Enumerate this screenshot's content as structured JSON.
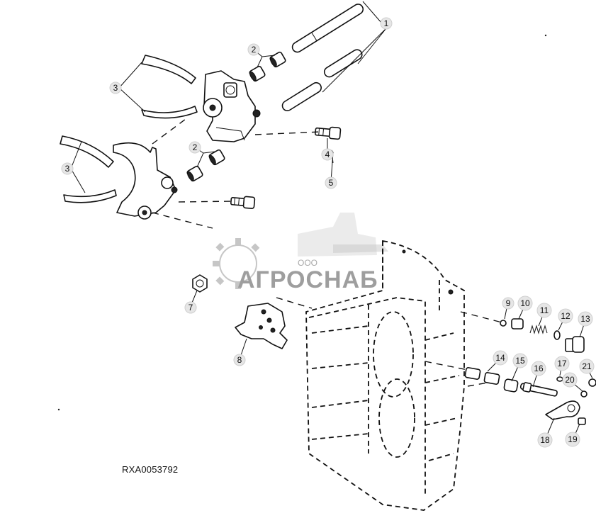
{
  "figure": {
    "document_code": "RXA0053792",
    "watermark": {
      "prefix": "ООО",
      "company": "АГРОСНАБ"
    }
  },
  "callouts": [
    {
      "id": "c1a",
      "label": "1"
    },
    {
      "id": "c2a",
      "label": "2"
    },
    {
      "id": "c3a",
      "label": "3"
    },
    {
      "id": "c2b",
      "label": "2"
    },
    {
      "id": "c3b",
      "label": "3"
    },
    {
      "id": "c4",
      "label": "4"
    },
    {
      "id": "c5",
      "label": "5"
    },
    {
      "id": "c7",
      "label": "7"
    },
    {
      "id": "c8",
      "label": "8"
    },
    {
      "id": "c9",
      "label": "9"
    },
    {
      "id": "c10",
      "label": "10"
    },
    {
      "id": "c11",
      "label": "11"
    },
    {
      "id": "c12",
      "label": "12"
    },
    {
      "id": "c13",
      "label": "13"
    },
    {
      "id": "c14",
      "label": "14"
    },
    {
      "id": "c15",
      "label": "15"
    },
    {
      "id": "c16",
      "label": "16"
    },
    {
      "id": "c17",
      "label": "17"
    },
    {
      "id": "c18",
      "label": "18"
    },
    {
      "id": "c19",
      "label": "19"
    },
    {
      "id": "c20",
      "label": "20"
    },
    {
      "id": "c21",
      "label": "21"
    }
  ]
}
